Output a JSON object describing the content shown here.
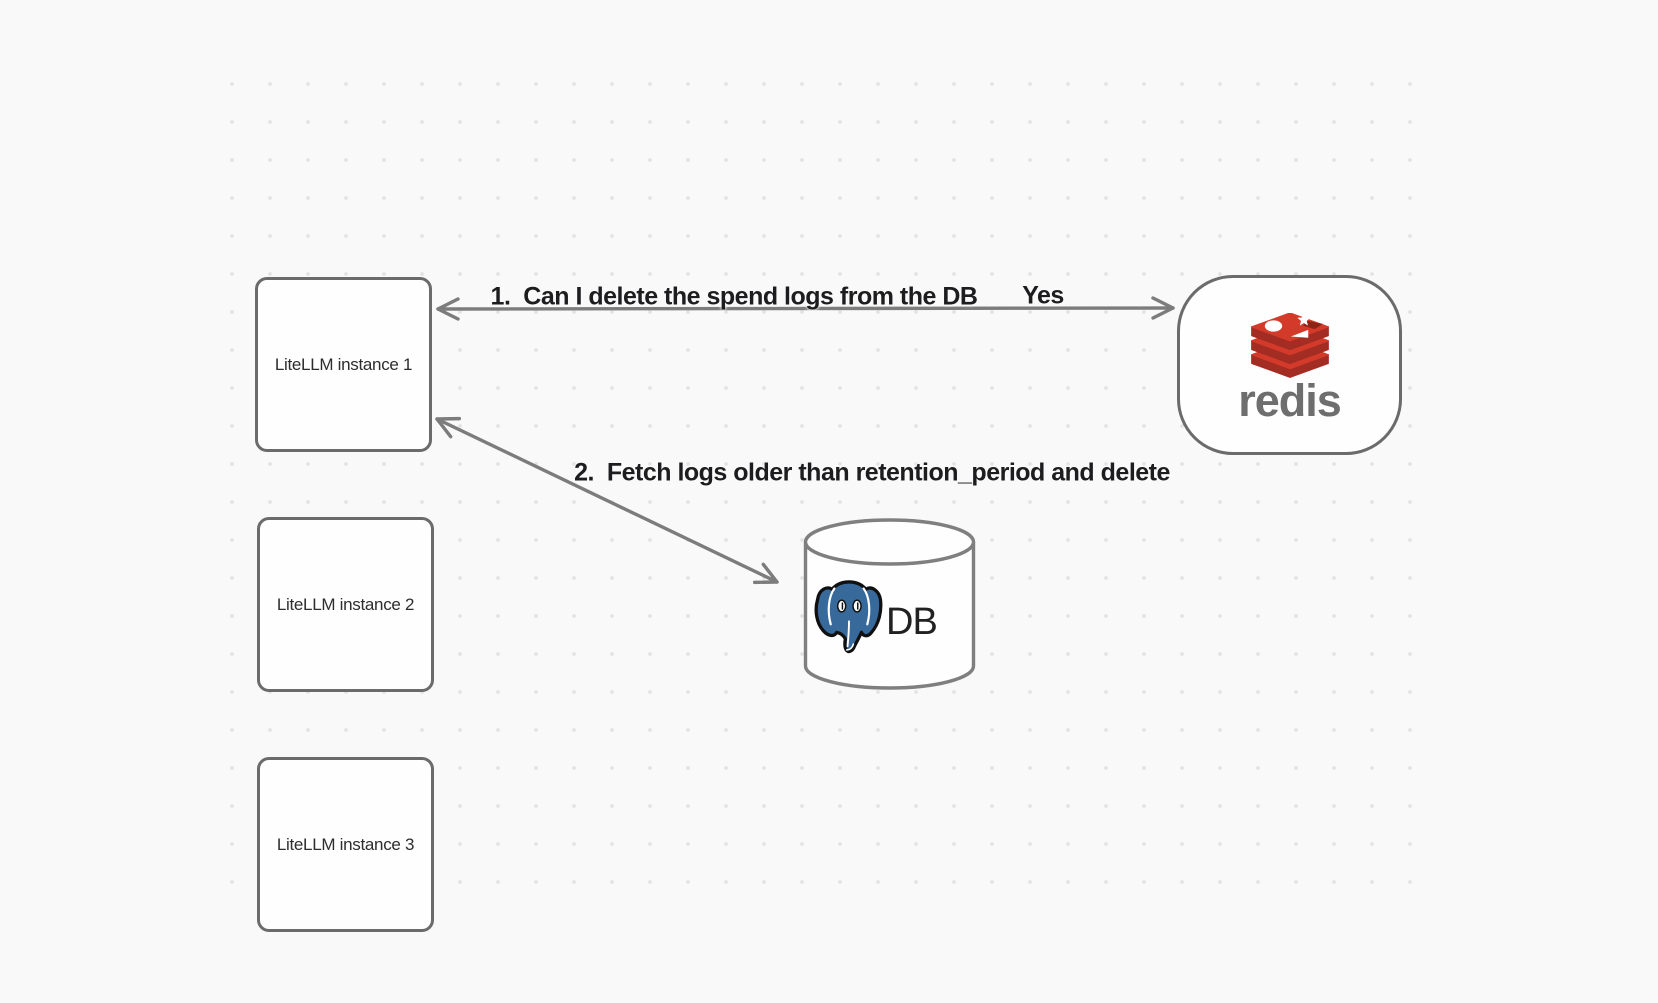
{
  "canvas": {
    "type": "diagram-whiteboard",
    "background": "#f9f9f9",
    "dot_color": "#e3e3e3"
  },
  "colors": {
    "node_border": "#6b6b6b",
    "node_fill": "#fefefe",
    "node_text": "#2d2d2d",
    "arrow": "#7c7c7c",
    "edge_label_text": "#1d1d1f",
    "redis_red": "#d33a2a",
    "redis_red_dark": "#a32d22",
    "redis_wordmark_gray": "#6e6e6e",
    "postgres_blue": "#38699b",
    "db_text": "#212121"
  },
  "nodes": {
    "instance1": {
      "label": "LiteLLM instance 1"
    },
    "instance2": {
      "label": "LiteLLM instance 2"
    },
    "instance3": {
      "label": "LiteLLM instance 3"
    },
    "redis": {
      "wordmark": "redis",
      "icon": "redis-logo-icon"
    },
    "db": {
      "label": "DB",
      "icon": "postgres-elephant-icon"
    }
  },
  "edges": {
    "edge1": {
      "label": "1.  Can I delete the spend logs from the DB",
      "response": "Yes",
      "from": "redis",
      "to": "instance1",
      "style": "double-arrow"
    },
    "edge2": {
      "label": "2.  Fetch logs older than retention_period and delete",
      "from": "instance1",
      "to": "db",
      "style": "double-arrow"
    }
  }
}
